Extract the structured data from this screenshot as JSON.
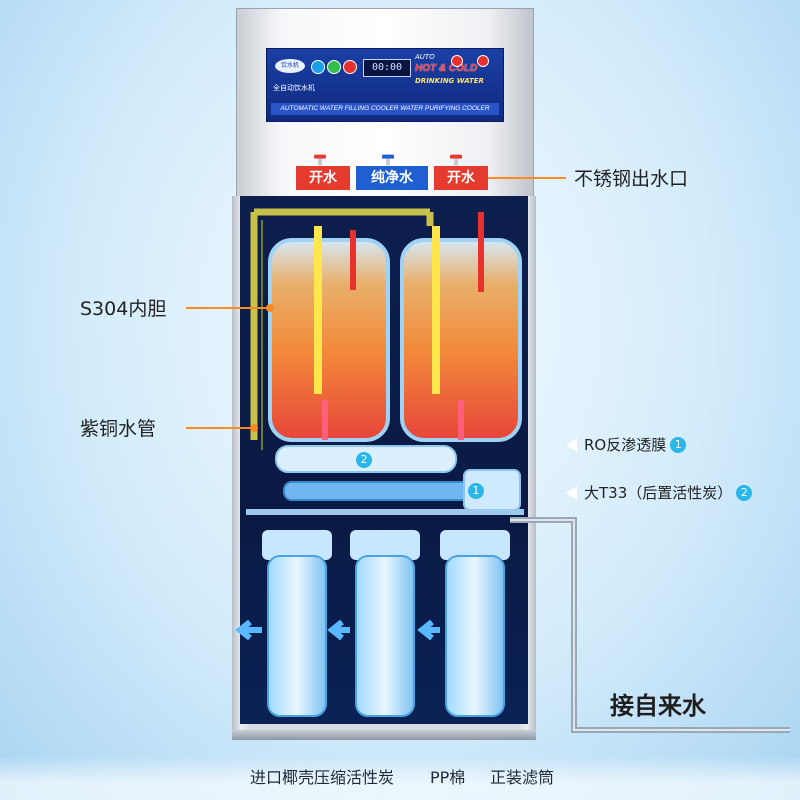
{
  "panel": {
    "brand": "饮水机",
    "display": "00:00",
    "auto": "AUTO",
    "hot_cold": "HOT & COLD",
    "drinking_water": "DRINKING WATER",
    "subtitle": "全自动饮水机",
    "strip": "AUTOMATIC WATER FILLING COOLER WATER PURIFYING COOLER"
  },
  "faucets": [
    {
      "label": "开水",
      "color": "#e53a2e"
    },
    {
      "label": "纯净水",
      "color": "#1f5fd1"
    },
    {
      "label": "开水",
      "color": "#e53a2e"
    }
  ],
  "callouts": {
    "outlet": "不锈钢出水口",
    "tank": "S304内胆",
    "pipe": "紫铜水管",
    "ro": "RO反渗透膜",
    "ro_num": "1",
    "t33": "大T33（后置活性炭）",
    "t33_num": "2",
    "inlet": "接自来水"
  },
  "inline_badges": {
    "ro": "1",
    "t33": "2"
  },
  "bottom": {
    "left": "进口椰壳压缩活性炭",
    "middle": "PP棉",
    "right": "正装滤筒"
  },
  "colors": {
    "accent": "#ff8a1f",
    "badge": "#29b6e8",
    "hot": "#e53a2e",
    "pure": "#1f5fd1"
  }
}
